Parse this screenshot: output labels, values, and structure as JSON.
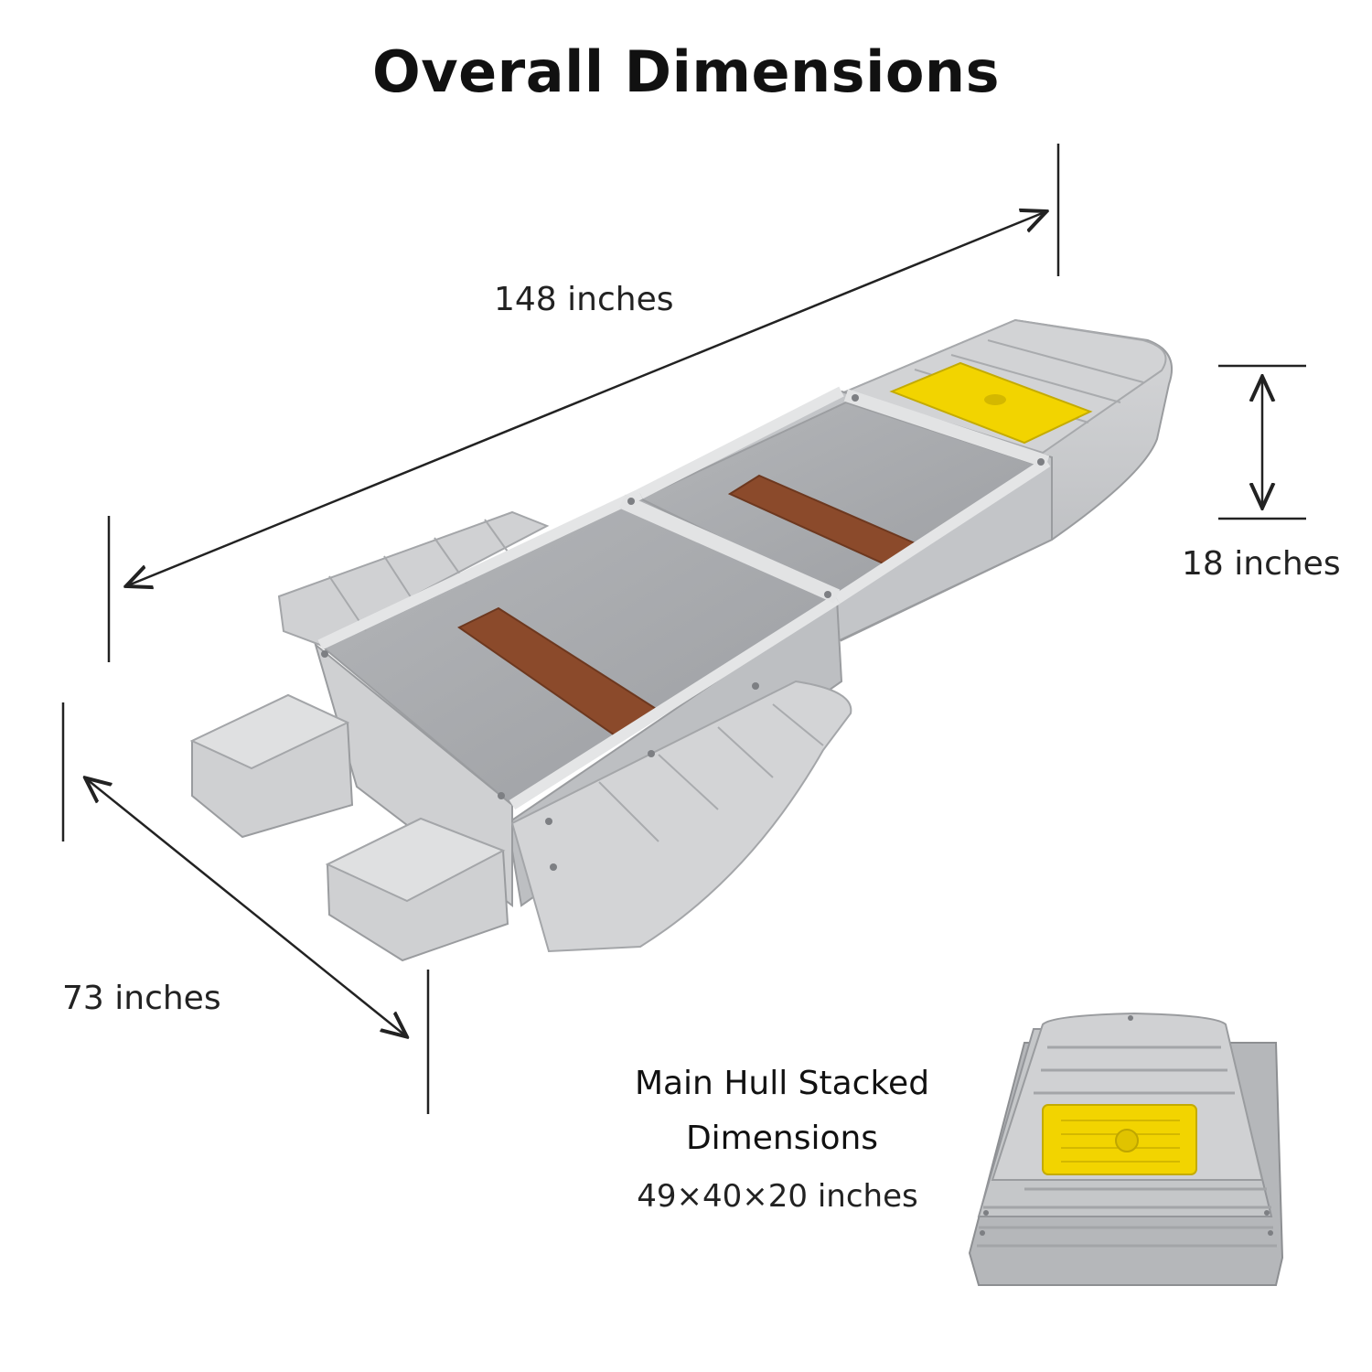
{
  "title": "Overall Dimensions",
  "dimensions": {
    "length": "148 inches",
    "height": "18 inches",
    "width": "73 inches"
  },
  "stacked": {
    "title_line1": "Main Hull Stacked",
    "title_line2": "Dimensions",
    "dimensions": "49×40×20 inches"
  },
  "colors": {
    "hull": "#c9cacc",
    "hull_dark": "#9fa1a4",
    "seat": "#8b4a2b",
    "hatch": "#f2d400",
    "line": "#222222"
  }
}
